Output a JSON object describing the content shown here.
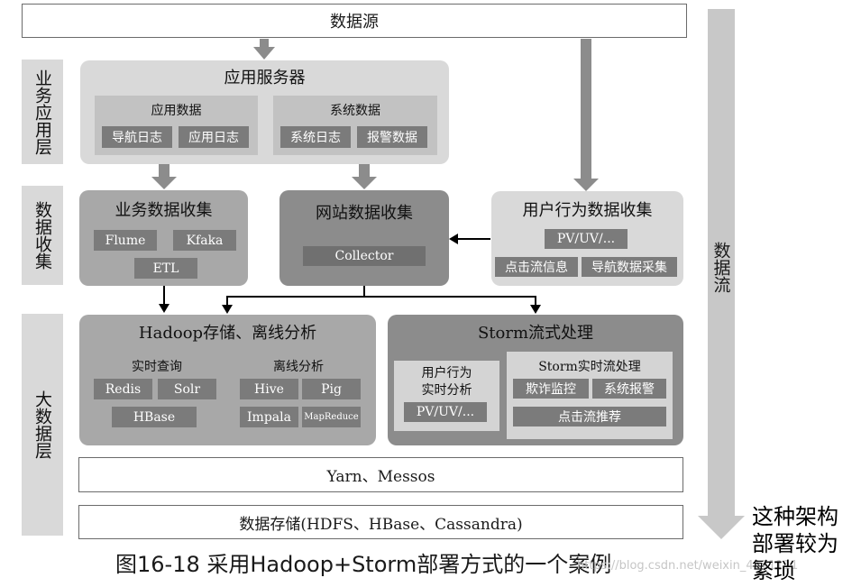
{
  "top": {
    "source": "数据源"
  },
  "layers": {
    "app": "业务应用层",
    "collect": "数据收集",
    "bigdata": "大数据层",
    "flow": "数据流"
  },
  "app_server": {
    "title": "应用服务器",
    "app_data": {
      "title": "应用数据",
      "items": [
        "导航日志",
        "应用日志"
      ]
    },
    "sys_data": {
      "title": "系统数据",
      "items": [
        "系统日志",
        "报警数据"
      ]
    }
  },
  "biz_collect": {
    "title": "业务数据收集",
    "items": [
      "Flume",
      "Kfaka",
      "ETL"
    ]
  },
  "web_collect": {
    "title": "网站数据收集",
    "item": "Collector"
  },
  "user_collect": {
    "title": "用户行为数据收集",
    "items": [
      "PV/UV/...",
      "点击流信息",
      "导航数据采集"
    ]
  },
  "hadoop": {
    "title": "Hadoop存储、离线分析",
    "realtime": {
      "title": "实时查询",
      "items": [
        "Redis",
        "Solr",
        "HBase"
      ]
    },
    "offline": {
      "title": "离线分析",
      "items": [
        "Hive",
        "Pig",
        "Impala",
        "MapReduce"
      ]
    }
  },
  "storm": {
    "title": "Storm流式处理",
    "user": {
      "title_line1": "用户行为",
      "title_line2": "实时分析",
      "item": "PV/UV/..."
    },
    "stream": {
      "title": "Storm实时流处理",
      "items": [
        "欺诈监控",
        "系统报警",
        "点击流推荐"
      ]
    }
  },
  "yarn": "Yarn、Messos",
  "storage": "数据存储(HDFS、HBase、Cassandra)",
  "caption": "图16-18  采用Hadoop+Storm部署方式的一个案例",
  "watermark": "https://blog.csdn.net/weixin_4111111",
  "side_note": {
    "line1": "这种架构",
    "line2": "部署较为",
    "line3": "繁琐"
  },
  "colors": {
    "arrow_gray": "#8c8c8c",
    "arrow_black": "#000000"
  }
}
